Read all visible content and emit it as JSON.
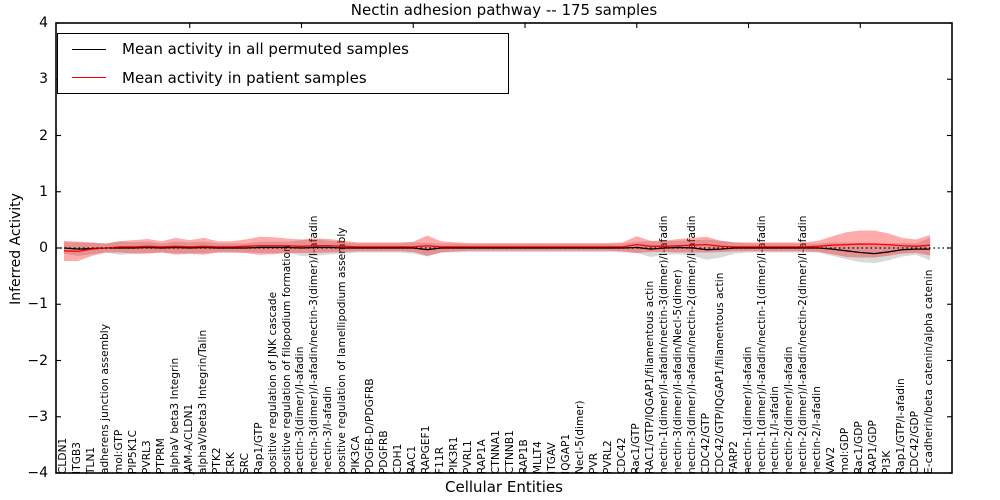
{
  "chart_data": {
    "type": "line",
    "title": "Nectin adhesion pathway -- 175 samples",
    "xlabel": "Cellular Entities",
    "ylabel": "Inferred Activity",
    "ylim": [
      -4,
      4
    ],
    "grid": false,
    "zero_line_style": "dotted",
    "yticks": {
      "values": [
        4,
        3,
        2,
        1,
        0,
        -1,
        -2,
        -3,
        -4
      ],
      "labels": [
        "4",
        "3",
        "2",
        "1",
        "0",
        "−1",
        "−2",
        "−3",
        "−4"
      ]
    },
    "legend": {
      "position": "upper left",
      "entries": [
        {
          "label": "Mean activity in all permuted samples",
          "color": "#000000"
        },
        {
          "label": "Mean activity in patient samples",
          "color": "#ff0000"
        }
      ]
    },
    "categories": [
      "CLDN1",
      "ITGB3",
      "TLN1",
      "adherens junction assembly",
      "mol:GTP",
      "PIP5K1C",
      "PVRL3",
      "PTPRM",
      "alphaV beta3 Integrin",
      "JAM-A/CLDN1",
      "alphaV/beta3 Integrin/Talin",
      "PTK2",
      "CRK",
      "SRC",
      "Rap1/GTP",
      "positive regulation of JNK cascade",
      "positive regulation of filopodium formation",
      "nectin-3(dimer)/I-afadin",
      "nectin-3(dimer)/I-afadin/nectin-3(dimer)/I-afadin",
      "nectin-3/I-afadin",
      "positive regulation of lamellipodium assembly",
      "PIK3CA",
      "PDGFB-D/PDGFRB",
      "PDGFRB",
      "CDH1",
      "RAC1",
      "RAPGEF1",
      "F11R",
      "PIK3R1",
      "PVRL1",
      "RAP1A",
      "CTNNA1",
      "CTNNB1",
      "RAP1B",
      "MLLT4",
      "ITGAV",
      "IQGAP1",
      "Necl-5(dimer)",
      "PVR",
      "PVRL2",
      "CDC42",
      "Rac1/GTP",
      "RAC1/GTP/IQGAP1/filamentous actin",
      "nectin-1(dimer)/I-afadin/nectin-3(dimer)/I-afadin",
      "nectin-3(dimer)/I-afadin/Necl-5(dimer)",
      "nectin-3(dimer)/I-afadin/nectin-2(dimer)/I-afadin",
      "CDC42/GTP",
      "CDC42/GTP/IQGAP1/filamentous actin",
      "FARP2",
      "nectin-1(dimer)/I-afadin",
      "nectin-1(dimer)/I-afadin/nectin-1(dimer)/I-afadin",
      "nectin-1/I-afadin",
      "nectin-2(dimer)/I-afadin",
      "nectin-2(dimer)/I-afadin/nectin-2(dimer)/I-afadin",
      "nectin-2/I-afadin",
      "VAV2",
      "mol:GDP",
      "Rac1/GDP",
      "RAP1/GDP",
      "PI3K",
      "Rap1/GTP/I-afadin",
      "CDC42/GDP",
      "E-cadherin/beta catenin/alpha catenin"
    ],
    "series": [
      {
        "name": "Mean activity in all permuted samples",
        "line_color": "#000000",
        "band_color": "rgba(80,80,80,0.22)",
        "values": [
          0,
          -0.02,
          -0.01,
          0,
          0,
          0,
          0.01,
          0,
          0.01,
          0,
          0.01,
          0,
          0,
          0,
          0.01,
          0.01,
          0.01,
          0,
          0.01,
          0.01,
          0,
          0,
          0,
          0,
          0,
          0,
          -0.03,
          0,
          0,
          0,
          0,
          0,
          0,
          0,
          0,
          0,
          0,
          0,
          0,
          0,
          0,
          0.01,
          -0.02,
          0,
          0.01,
          0,
          -0.03,
          -0.02,
          0,
          0,
          0,
          0,
          0,
          0,
          0,
          -0.02,
          -0.05,
          -0.08,
          -0.1,
          -0.07,
          -0.03,
          -0.02,
          -0.02
        ],
        "band_halfwidth": [
          0.1,
          0.12,
          0.1,
          0.08,
          0.12,
          0.1,
          0.1,
          0.08,
          0.1,
          0.1,
          0.1,
          0.08,
          0.08,
          0.08,
          0.1,
          0.1,
          0.1,
          0.14,
          0.15,
          0.12,
          0.1,
          0.08,
          0.08,
          0.08,
          0.08,
          0.1,
          0.12,
          0.08,
          0.08,
          0.07,
          0.07,
          0.07,
          0.07,
          0.07,
          0.07,
          0.07,
          0.07,
          0.07,
          0.07,
          0.07,
          0.08,
          0.1,
          0.14,
          0.12,
          0.12,
          0.14,
          0.18,
          0.15,
          0.1,
          0.08,
          0.08,
          0.08,
          0.08,
          0.08,
          0.08,
          0.12,
          0.15,
          0.17,
          0.17,
          0.15,
          0.12,
          0.1,
          0.2
        ]
      },
      {
        "name": "Mean activity in patient samples",
        "line_color": "#ff0000",
        "band_color": "rgba(255,0,0,0.33)",
        "values": [
          -0.05,
          -0.06,
          -0.02,
          0,
          0.02,
          0.02,
          0.03,
          0.02,
          0.03,
          0.02,
          0.03,
          0.02,
          0.02,
          0.03,
          0.04,
          0.04,
          0.04,
          0.03,
          0.04,
          0.04,
          0.03,
          0.02,
          0.02,
          0.02,
          0.02,
          0.02,
          0.04,
          0.02,
          0.02,
          0.02,
          0.02,
          0.02,
          0.02,
          0.02,
          0.02,
          0.02,
          0.02,
          0.02,
          0.02,
          0.02,
          0.02,
          0.06,
          0.03,
          0.03,
          0.04,
          0.05,
          0.06,
          0.03,
          0.02,
          0.02,
          0.02,
          0.02,
          0.02,
          0.02,
          0.03,
          0.05,
          0.06,
          0.07,
          0.07,
          0.06,
          0.04,
          0.03,
          0.05
        ],
        "band_halfwidth": [
          0.18,
          0.17,
          0.12,
          0.08,
          0.1,
          0.12,
          0.13,
          0.1,
          0.15,
          0.12,
          0.15,
          0.1,
          0.1,
          0.12,
          0.16,
          0.15,
          0.13,
          0.12,
          0.13,
          0.12,
          0.1,
          0.08,
          0.08,
          0.08,
          0.08,
          0.09,
          0.18,
          0.1,
          0.08,
          0.07,
          0.07,
          0.07,
          0.07,
          0.07,
          0.07,
          0.07,
          0.07,
          0.07,
          0.07,
          0.07,
          0.08,
          0.15,
          0.1,
          0.1,
          0.12,
          0.13,
          0.14,
          0.1,
          0.08,
          0.08,
          0.08,
          0.08,
          0.08,
          0.08,
          0.1,
          0.16,
          0.22,
          0.24,
          0.24,
          0.2,
          0.14,
          0.12,
          0.18
        ]
      }
    ]
  }
}
